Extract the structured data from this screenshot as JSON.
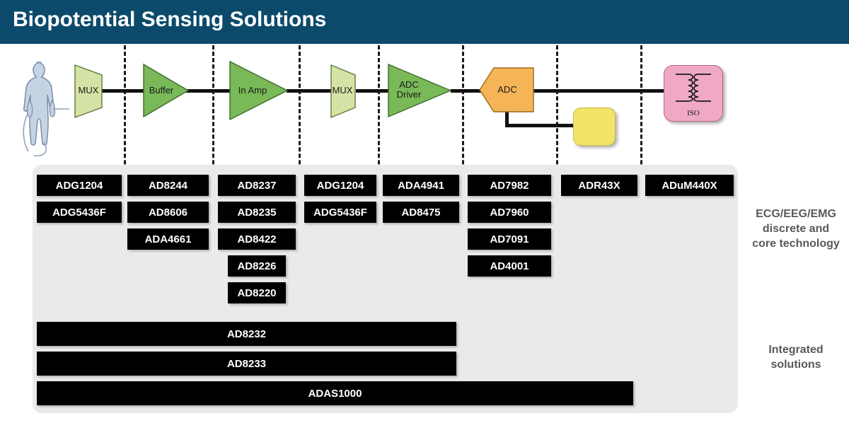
{
  "header": {
    "title": "Biopotential Sensing Solutions"
  },
  "diagram": {
    "patient_icon": "human-body-icon",
    "blocks": [
      {
        "name": "mux-1",
        "label": "MUX",
        "type": "trapezoid",
        "color": "#d5e3a6"
      },
      {
        "name": "buffer",
        "label": "Buffer",
        "type": "triangle",
        "color": "#79b958"
      },
      {
        "name": "in-amp",
        "label": "In Amp",
        "type": "triangle",
        "color": "#79b958"
      },
      {
        "name": "mux-2",
        "label": "MUX",
        "type": "trapezoid",
        "color": "#d5e3a6"
      },
      {
        "name": "adc-driver",
        "label": "ADC\nDriver",
        "type": "triangle",
        "color": "#79b958"
      },
      {
        "name": "adc",
        "label": "ADC",
        "type": "hexagon",
        "color": "#f5b456"
      },
      {
        "name": "reference",
        "label": "",
        "type": "rounded-square",
        "color": "#f3e368"
      },
      {
        "name": "isolation",
        "label": "ISO",
        "type": "rounded-square",
        "color": "#efa9c4"
      }
    ]
  },
  "columns": [
    {
      "name": "mux-input",
      "parts": [
        "ADG1204",
        "ADG5436F"
      ]
    },
    {
      "name": "buffer",
      "parts": [
        "AD8244",
        "AD8606",
        "ADA4661"
      ]
    },
    {
      "name": "in-amp",
      "parts": [
        "AD8237",
        "AD8235",
        "AD8422",
        "AD8226",
        "AD8220"
      ]
    },
    {
      "name": "mux-output",
      "parts": [
        "ADG1204",
        "ADG5436F"
      ]
    },
    {
      "name": "adc-driver",
      "parts": [
        "ADA4941",
        "AD8475"
      ]
    },
    {
      "name": "adc",
      "parts": [
        "AD7982",
        "AD7960",
        "AD7091",
        "AD4001"
      ]
    },
    {
      "name": "reference",
      "parts": [
        "ADR43X"
      ]
    },
    {
      "name": "isolation",
      "parts": [
        "ADuM440X"
      ]
    }
  ],
  "integrated": {
    "parts": [
      "AD8232",
      "AD8233",
      "ADAS1000"
    ]
  },
  "captions": {
    "discrete": "ECG/EEG/EMG\ndiscrete and\ncore technology",
    "integrated": "Integrated\nsolutions"
  },
  "colors": {
    "header_bg": "#0b4a6b",
    "panel_bg": "#eaeaea",
    "part_box_bg": "#000000",
    "part_box_text": "#ffffff",
    "caption_text": "#595959",
    "green_dark": "#79b958",
    "green_light": "#d5e3a6",
    "orange": "#f5b456",
    "yellow": "#f3e368",
    "pink": "#efa9c4"
  }
}
